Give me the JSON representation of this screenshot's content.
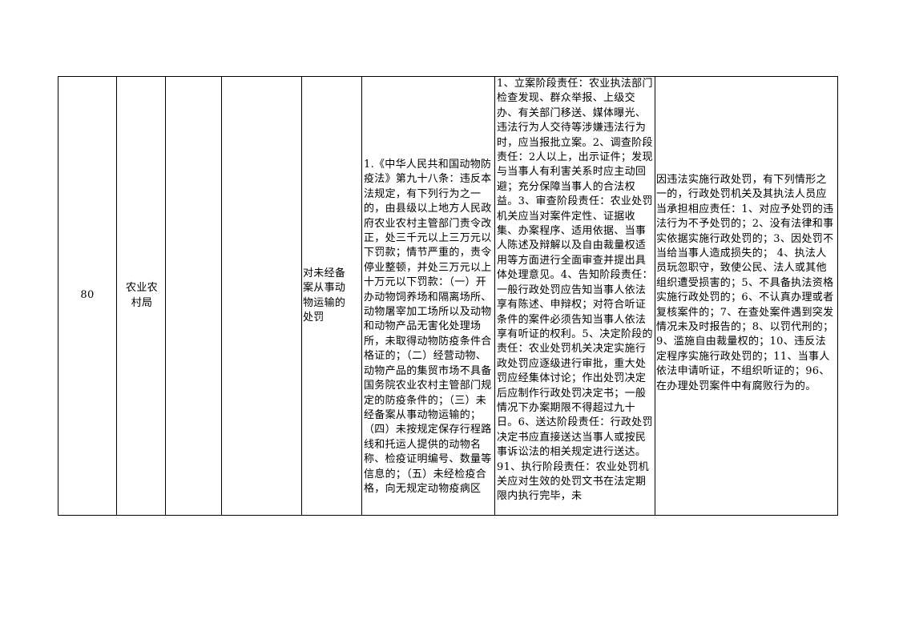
{
  "row": {
    "number": "80",
    "department": "农业农村局",
    "item_name": "对未经备案从事动物运输的处罚",
    "legal_basis": "1.《中华人民共和国动物防疫法》第九十八条：违反本法规定，有下列行为之一的，由县级以上地方人民政府农业农村主管部门责令改正，处三千元以上三万元以下罚款；情节严重的，责令停业整顿，并处三万元以上十万元以下罚款：（一）开办动物饲养场和隔离场所、动物屠宰加工场所以及动物和动物产品无害化处理场所，未取得动物防疫条件合格证的；（二）经营动物、动物产品的集贸市场不具备国务院农业农村主管部门规定的防疫条件的；（三）未经备案从事动物运输的；（四）未按规定保存行程路线和托运人提供的动物名称、检疫证明编号、数量等信息的；（五）未经检疫合格，向无规定动物疫病区",
    "responsibility": "1、立案阶段责任：农业执法部门检查发现、群众举报、上级交办、有关部门移送、媒体曝光、违法行为人交待等涉嫌违法行为时，应当报批立案。2、调查阶段责任：2人以上，出示证件；发现与当事人有利害关系时应主动回避；充分保障当事人的合法权益。3、审查阶段责任：农业处罚机关应当对案件定性、证据收集、办案程序、适用依据、当事人陈述及辩解以及自由裁量权适用等方面进行全面审查并提出具体处理意见。4、告知阶段责任：一般行政处罚应告知当事人依法享有陈述、申辩权；对符合听证条件的案件必须告知当事人依法享有听证的权利。5、决定阶段的责任：农业处罚机关决定实施行政处罚应逐级进行审批，重大处罚应经集体讨论；作出处罚决定后应制作行政处罚决定书；一般情况下办案期限不得超过九十日。6、送达阶段责任：行政处罚决定书应直接送达当事人或按民事诉讼法的相关规定进行送达。 91、执行阶段责任：农业处罚机关应对生效的处罚文书在法定期限内执行完毕，未",
    "accountability": "因违法实施行政处罚，有下列情形之一的，行政处罚机关及其执法人员应当承担相应责任：1、对应予处罚的违法行为不予处罚的；2、没有法律和事实依据实施行政处罚的；3、因处罚不当给当事人造成损失的； 4、执法人员玩忽职守，致使公民、法人或其他组织遭受损害的；5、不具备执法资格实施行政处罚的；6、不认真办理或者复核案件的；7、在查处案件遇到突发情况未及时报告的；8、以罚代刑的；9、滥施自由裁量权的；10、违反法定程序实施行政处罚的；11、当事人依法申请听证，不组织听证的；96、在办理处罚案件中有腐败行为的。"
  }
}
